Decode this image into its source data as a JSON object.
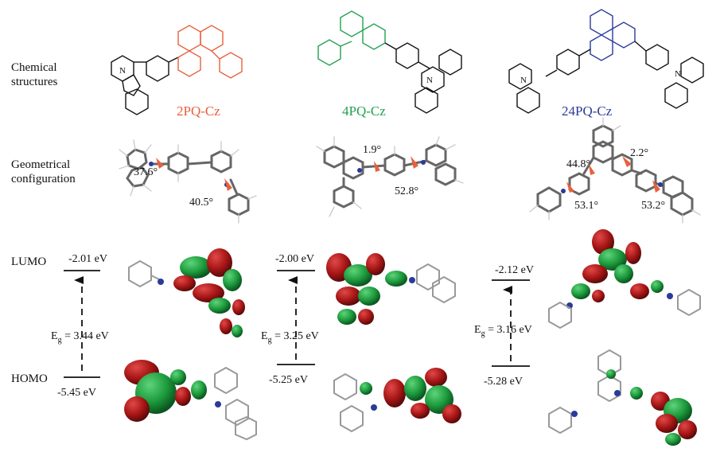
{
  "rows": {
    "chemical_structures": "Chemical\nstructures",
    "geometrical_configuration": "Geometrical\nconfiguration",
    "lumo": "LUMO",
    "homo": "HOMO"
  },
  "molecules": [
    {
      "name": "2PQ-Cz",
      "color": "#e8603c",
      "angles": [
        "37.6°",
        "40.5°"
      ],
      "lumo": "-2.01 eV",
      "homo": "-5.45 eV",
      "eg_value": "= 3.44 eV"
    },
    {
      "name": "4PQ-Cz",
      "color": "#22a050",
      "angles": [
        "1.9°",
        "52.8°"
      ],
      "lumo": "-2.00 eV",
      "homo": "-5.25 eV",
      "eg_value": "= 3.25 eV"
    },
    {
      "name": "24PQ-Cz",
      "color": "#2b3a9a",
      "angles": [
        "44.8°",
        "2.2°",
        "53.1°",
        "53.2°"
      ],
      "lumo": "-2.12 eV",
      "homo": "-5.28 eV",
      "eg_value": "= 3.16 eV"
    }
  ],
  "atoms": {
    "n": "N",
    "eg_symbol": "E",
    "eg_sub": "g"
  },
  "colors": {
    "orbital_red": "#b01e1e",
    "orbital_green": "#1f9a3e"
  }
}
